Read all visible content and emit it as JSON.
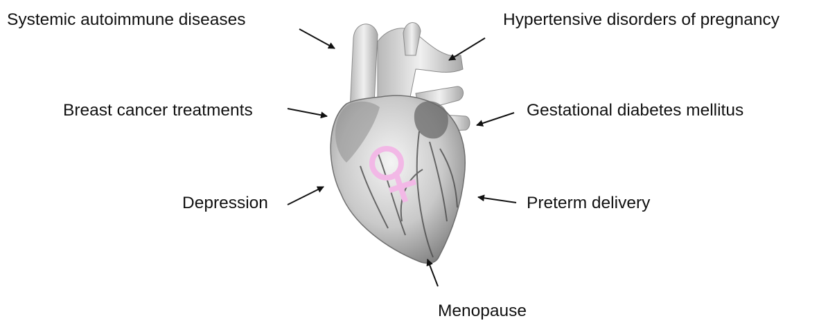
{
  "factors": {
    "systemic_autoimmune": "Systemic autoimmune diseases",
    "hypertensive_pregnancy": "Hypertensive disorders of pregnancy",
    "breast_cancer": "Breast cancer treatments",
    "gestational_diabetes": "Gestational diabetes mellitus",
    "depression": "Depression",
    "preterm_delivery": "Preterm delivery",
    "menopause": "Menopause"
  },
  "symbol": {
    "name": "female-symbol-icon",
    "color": "#f2b8e6"
  },
  "heart": {
    "name": "heart-illustration"
  }
}
